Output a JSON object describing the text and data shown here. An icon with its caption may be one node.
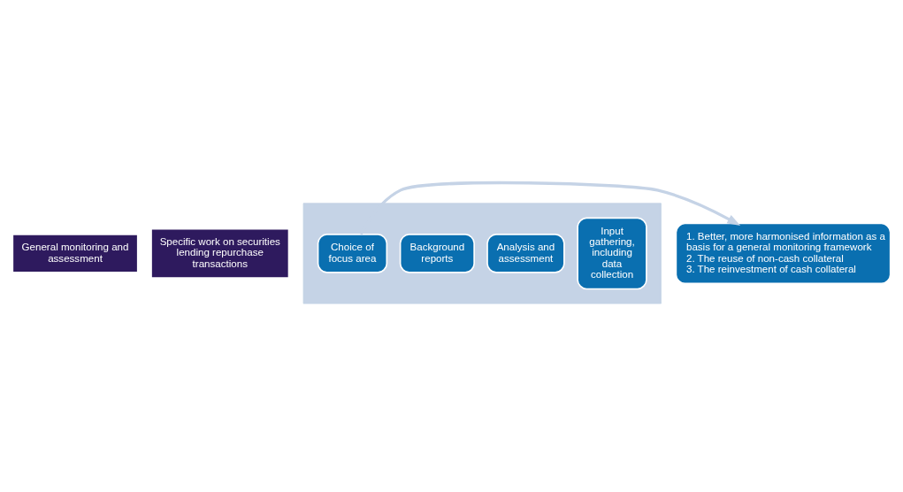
{
  "diagram": {
    "nodes": [
      {
        "text": [
          "General monitoring and assessment"
        ]
      },
      {
        "text": [
          "Specific work on securities lending repurchase transactions"
        ]
      },
      {
        "text": [],
        "shape": "arrow"
      },
      {
        "text": [
          "Input gathering, including data collection"
        ],
        "in": 2
      },
      {
        "text": [
          "Analysis and assessment"
        ],
        "in": 2
      },
      {
        "text": [
          "Background reports"
        ],
        "in": 2
      },
      {
        "text": [
          "Choice of focus area"
        ],
        "in": 2
      },
      {
        "text": [
          "1. Better, more harmonised information as a basis for a general monitoring framework",
          "2. The reuse of non-cash collateral",
          "3. The reinvestment of cash collateral"
        ]
      }
    ],
    "edges": [
      {
        "from": 6,
        "to": 7,
        "arrow": "to"
      }
    ]
  }
}
